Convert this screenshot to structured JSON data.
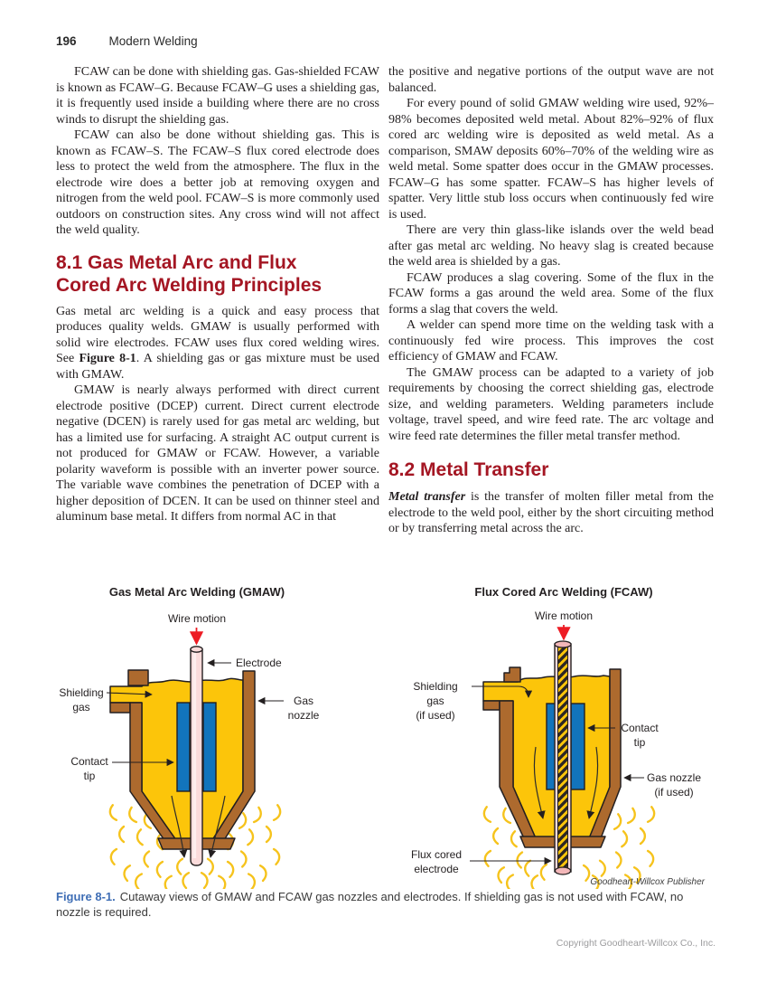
{
  "page": {
    "number": "196",
    "book_title": "Modern Welding",
    "copyright": "Copyright Goodheart-Willcox Co., Inc."
  },
  "colors": {
    "heading_red": "#a41623",
    "caption_blue": "#3f6eb5",
    "nozzle_yellow": "#fcc50a",
    "nozzle_brown": "#ad6a2e",
    "contact_tip_blue": "#1274bc",
    "electrode_pink": "#fbdbdb",
    "wire_motion_arrow_red": "#ed1c24"
  },
  "left_column": {
    "p1": "FCAW can be done with shielding gas. Gas-shielded FCAW is known as FCAW–G. Because FCAW–G uses a shielding gas, it is frequently used inside a building where there are no cross winds to disrupt the shielding gas.",
    "p2": "FCAW can also be done without shielding gas. This is known as FCAW–S. The FCAW–S flux cored electrode does less to protect the weld from the atmosphere. The flux in the electrode wire does a better job at removing oxygen and nitrogen from the weld pool. FCAW–S is more commonly used outdoors on construction sites. Any cross wind will not affect the weld quality.",
    "heading_8_1_line1": "8.1 Gas Metal Arc and Flux",
    "heading_8_1_line2": "Cored Arc Welding Principles",
    "p3_before": "Gas metal arc welding is a quick and easy process that produces quality welds. GMAW is usually performed with solid wire electrodes. FCAW uses flux cored welding wires. See ",
    "p3_bold": "Figure 8-1",
    "p3_after": ". A shielding gas or gas mixture must be used with GMAW.",
    "p4": "GMAW is nearly always performed with direct current electrode positive (DCEP) current. Direct current electrode negative (DCEN) is rarely used for gas metal arc welding, but has a limited use for surfacing. A straight AC output current is not produced for GMAW or FCAW. However, a variable polarity waveform is possible with an inverter power source. The variable wave combines the penetration of DCEP with a higher deposition of DCEN. It can be used on thinner steel and aluminum base metal. It differs from normal AC in that"
  },
  "right_column": {
    "p5": "the positive and negative portions of the output wave are not balanced.",
    "p6": "For every pound of solid GMAW welding wire used, 92%–98% becomes deposited weld metal. About 82%–92% of flux cored arc welding wire is deposited as weld metal. As a comparison, SMAW deposits 60%–70% of the welding wire as weld metal. Some spatter does occur in the GMAW processes. FCAW–G has some spatter. FCAW–S has higher levels of spatter. Very little stub loss occurs when continuously fed wire is used.",
    "p7": "There are very thin glass-like islands over the weld bead after gas metal arc welding. No heavy slag is created because the weld area is shielded by a gas.",
    "p8": "FCAW produces a slag covering. Some of the flux in the FCAW forms a gas around the weld area. Some of the flux forms a slag that covers the weld.",
    "p9": "A welder can spend more time on the welding task with a continuously fed wire process. This improves the cost efficiency of GMAW and FCAW.",
    "p10": "The GMAW process can be adapted to a variety of job requirements by choosing the correct shielding gas, electrode size, and welding parameters. Welding parameters include voltage, travel speed, and wire feed rate. The arc voltage and wire feed rate determines the filler metal transfer method.",
    "heading_8_2": "8.2 Metal Transfer",
    "p11_bold": "Metal transfer",
    "p11_rest": " is the transfer of molten filler metal from the electrode to the weld pool, either by the short circuiting method or by transferring metal across the arc."
  },
  "figure": {
    "gmaw": {
      "title": "Gas Metal Arc Welding (GMAW)",
      "labels": {
        "wire_motion": "Wire motion",
        "electrode": "Electrode",
        "shielding1": "Shielding",
        "shielding2": "gas",
        "nozzle1": "Gas",
        "nozzle2": "nozzle",
        "contact1": "Contact",
        "contact2": "tip"
      }
    },
    "fcaw": {
      "title": "Flux Cored Arc Welding (FCAW)",
      "labels": {
        "wire_motion": "Wire motion",
        "shielding1": "Shielding",
        "shielding2": "gas",
        "shielding3": "(if used)",
        "contact1": "Contact",
        "contact2": "tip",
        "nozzle1": "Gas nozzle",
        "nozzle2": "(if used)",
        "flux1": "Flux cored",
        "flux2": "electrode"
      },
      "credit": "Goodheart-Willcox Publisher"
    },
    "caption_label": "Figure 8-1.",
    "caption_text": "Cutaway views of GMAW and FCAW gas nozzles and electrodes. If shielding gas is not used with FCAW, no nozzle is required."
  }
}
